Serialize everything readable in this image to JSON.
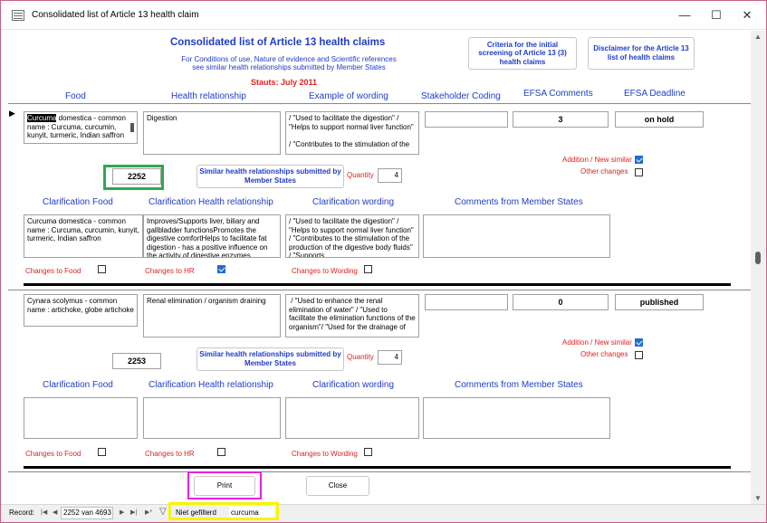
{
  "window": {
    "title": "Consolidated list of Article 13 health claim"
  },
  "header": {
    "title": "Consolidated list of Article 13 health claims",
    "subtitle_line1": "For Conditions of use, Nature of evidence and Scientific references",
    "subtitle_line2": "see similar health relationships submitted by Member States",
    "status": "Stauts: July 2011",
    "criteria_button": "Criteria for the initial screening of Article 13 (3) health claims",
    "disclaimer_button": "Disclaimer for the Article 13 list of health claims"
  },
  "columns": {
    "food": "Food",
    "health_relationship": "Health relationship",
    "example_wording": "Example of wording",
    "stakeholder_coding": "Stakeholder Coding",
    "efsa_comments": "EFSA Comments",
    "efsa_deadline": "EFSA Deadline",
    "clar_food": "Clarification Food",
    "clar_hr": "Clarification Health relationship",
    "clar_wording": "Clarification wording",
    "comments_ms": "Comments from Member States"
  },
  "labels": {
    "similar_button": "Similar health relationships submitted by Member States",
    "quantity": "Quantity",
    "addition_new_similar": "Addition / New similar",
    "other_changes": "Other changes",
    "changes_to_food": "Changes to Food",
    "changes_to_hr": "Changes to HR",
    "changes_to_wording": "Changes to Wording"
  },
  "records": [
    {
      "food_highlight": "Curcuma",
      "food": " domestica - common name :  Curcuma, curcumin, kunyit, turmeric, Indian saffron",
      "health_relationship": "Digestion",
      "example_wording": "/ \"Used to facilitate the digestion\" / \"Helps to support normal liver function\"\n\n/ \"Contributes to the stimulation of the",
      "stakeholder_coding": "",
      "efsa_comments": "3",
      "efsa_deadline": "on hold",
      "id": "2252",
      "quantity": "4",
      "addition_new_similar": true,
      "other_changes": false,
      "clar_food": "Curcuma domestica - common name :  Curcuma, curcumin, kunyit, turmeric, Indian saffron",
      "clar_hr": "Improves/Supports liver, biliary and gallbladder functionsPromotes the digestive comfortHelps to facilitate fat digestion - has a positive influence on the activity of digestive enzymes",
      "clar_wording": "/ \"Used to facilitate the digestion\" / \"Helps to support normal liver function\" / \"Contributes to the stimulation of the production of the digestive body fluids\" / \"Supports",
      "comments_ms": "",
      "changes_to_food": false,
      "changes_to_hr": true,
      "changes_to_wording": false
    },
    {
      "food": "Cynara scolymus - common name :  artichoke, globe artichoke",
      "health_relationship": "Renal elimination / organism draining",
      "example_wording": " / \"Used to enhance the renal elimination of water\" / \"Used to facilitate the elimination functions of the organism\"/ \"Used for the drainage of",
      "stakeholder_coding": "",
      "efsa_comments": "0",
      "efsa_deadline": "published",
      "id": "2253",
      "quantity": "4",
      "addition_new_similar": true,
      "other_changes": false,
      "clar_food": "",
      "clar_hr": "",
      "clar_wording": "",
      "comments_ms": "",
      "changes_to_food": false,
      "changes_to_hr": false,
      "changes_to_wording": false
    }
  ],
  "footer": {
    "print": "Print",
    "close": "Close"
  },
  "navbar": {
    "record_label": "Record:",
    "record_position": "2252 van 4693",
    "filter_status": "Niet gefilterd",
    "search_value": "curcuma"
  },
  "colors": {
    "accent_blue": "#1f3cc8",
    "status_red": "#e02020",
    "highlight_green": "#2fa84f",
    "highlight_pink": "#e620e6",
    "highlight_yellow": "#f5f500"
  }
}
